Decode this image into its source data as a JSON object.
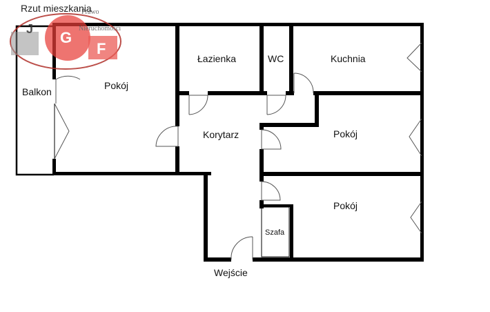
{
  "title": "Rzut mieszkania",
  "logo": {
    "letters": [
      "J",
      "G",
      "F"
    ],
    "tagline_top": "Prawo",
    "tagline_bottom": "Nieruchomości",
    "colors": {
      "red": "#e8403a",
      "gray": "#8a8a8a",
      "outline": "#b0302a"
    }
  },
  "rooms": {
    "balkon": "Balkon",
    "pokoj_left": "Pokój",
    "lazienka": "Łazienka",
    "wc": "WC",
    "kuchnia": "Kuchnia",
    "korytarz": "Korytarz",
    "pokoj_mid": "Pokój",
    "pokoj_bottom": "Pokój",
    "szafa": "Szafa",
    "wejscie": "Wejście"
  }
}
